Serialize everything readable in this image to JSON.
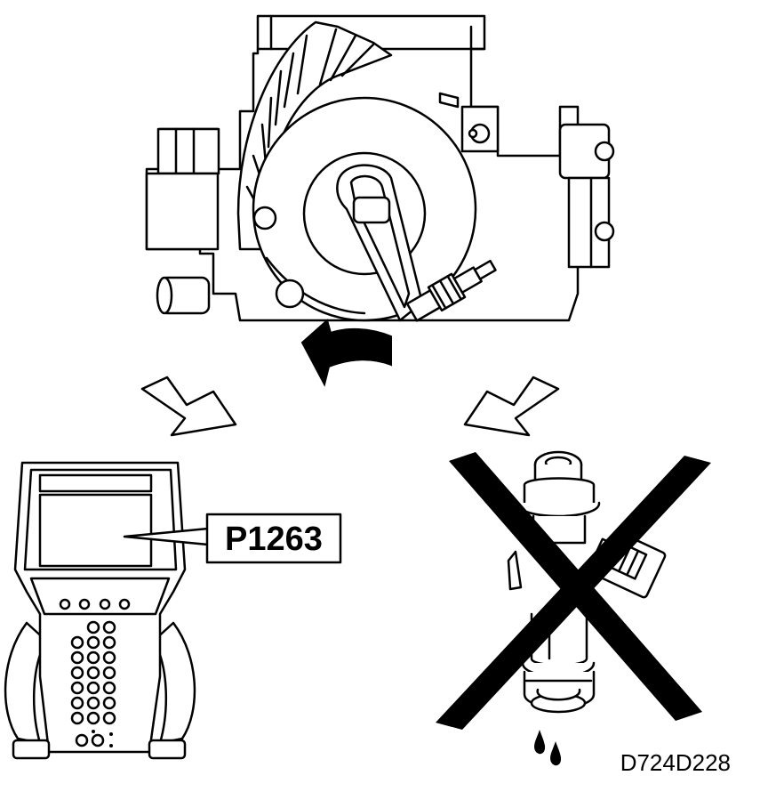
{
  "callout": {
    "code": "P1263"
  },
  "figure": {
    "id": "D724D228"
  },
  "colors": {
    "ink": "#000000",
    "paper": "#ffffff"
  },
  "icons": {
    "throttle_body": "throttle-body-illustration",
    "scan_tool": "hand-held-tester-illustration",
    "injector": "fuel-injector-illustration",
    "prohibited": "x-mark-icon"
  }
}
